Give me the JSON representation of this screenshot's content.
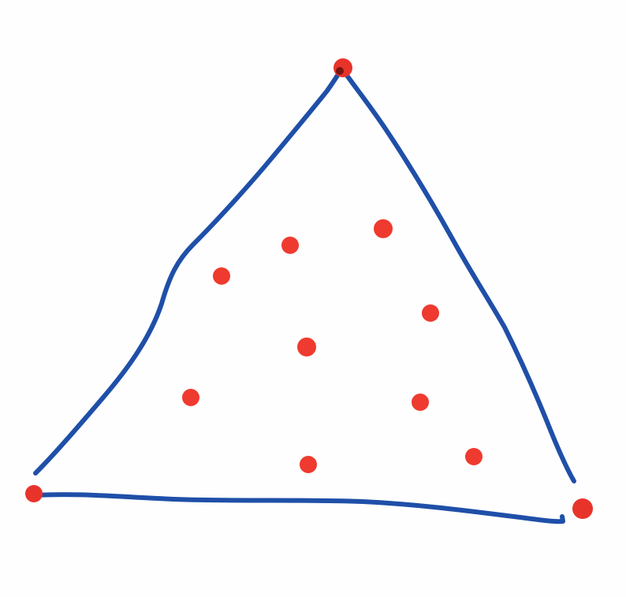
{
  "figure": {
    "kind": "hand-drawn triangle with dots",
    "colors": {
      "paper": "#fefefe",
      "triangle_outline": "#1f4fa8",
      "triangle_outline_dark": "#183f8c",
      "vertex_dot": "#e8332b",
      "interior_dot": "#ef3a2f",
      "vertex_dot_center": "#7a1410"
    },
    "counts": {
      "triangle_sides": 3,
      "vertex_dots": 3,
      "interior_dots": 9
    }
  }
}
